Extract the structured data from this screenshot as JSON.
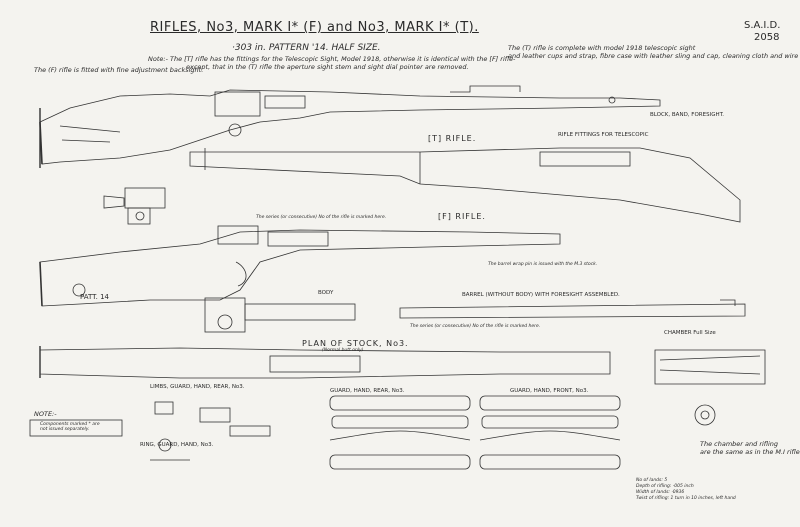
{
  "title": "RIFLES, No3, MARK I* (F) and No3, MARK I* (T).",
  "subtitle": "·303 in. PATTERN '14.  HALF SIZE.",
  "drawing_code": "S.A.I.D.",
  "drawing_number": "2058",
  "notes": [
    "Note:- The [T] rifle has the fittings for the Telescopic Sight, Model 1918, otherwise it is identical with the [F] rifle-",
    "except, that in the (T) rifle the aperture sight stem and sight dial pointer are removed.",
    "The (F) rifle is fitted with fine adjustment backsight.",
    "The (T) rifle is complete with model 1918 telescopic sight",
    "and leather cups and strap, fibre case with leather sling and cap, cleaning cloth and wire brush."
  ],
  "labels": {
    "t_rifle": "[T] RIFLE.",
    "f_rifle": "[F] RIFLE.",
    "plan_stock": "PLAN  OF  STOCK, No3.",
    "plan_note": "(Normal butt only)",
    "barrel": "BARREL (WITHOUT BODY) WITH FORESIGHT ASSEMBLED.",
    "barrel_note": "The series (or consecutive) No of the rifle is marked here.",
    "band_note": "The barrel wrap pin is issued with the M.3 stock.",
    "series_note": "The series (or consecutive) No of the rifle is marked here.",
    "guard_rear": "GUARD, HAND, REAR, No3.",
    "guard_front": "GUARD, HAND, FRONT, No3.",
    "limbs": "LIMBS, GUARD, HAND, REAR, No3.",
    "ring": "RING, GUARD, HAND, No3.",
    "patt": "PATT. 14",
    "fittings": "RIFLE FITTINGS FOR TELESCOPIC",
    "chamber": "CHAMBER Full Size",
    "note_title": "NOTE:-",
    "note_body_1": "Components marked * are",
    "note_body_2": "not issued separately.",
    "chamber_note_1": "The chamber and rifling",
    "chamber_note_2": "are the same as in the M.I rifles.",
    "rifling": [
      "No of lands: 5",
      "Depth of rifling: ·005 inch",
      "Width of lands: ·0936",
      "Twist of rifling: 1 turn in 10 inches, left hand"
    ],
    "block": "BLOCK, BAND, FORESIGHT.",
    "body": "BODY"
  }
}
